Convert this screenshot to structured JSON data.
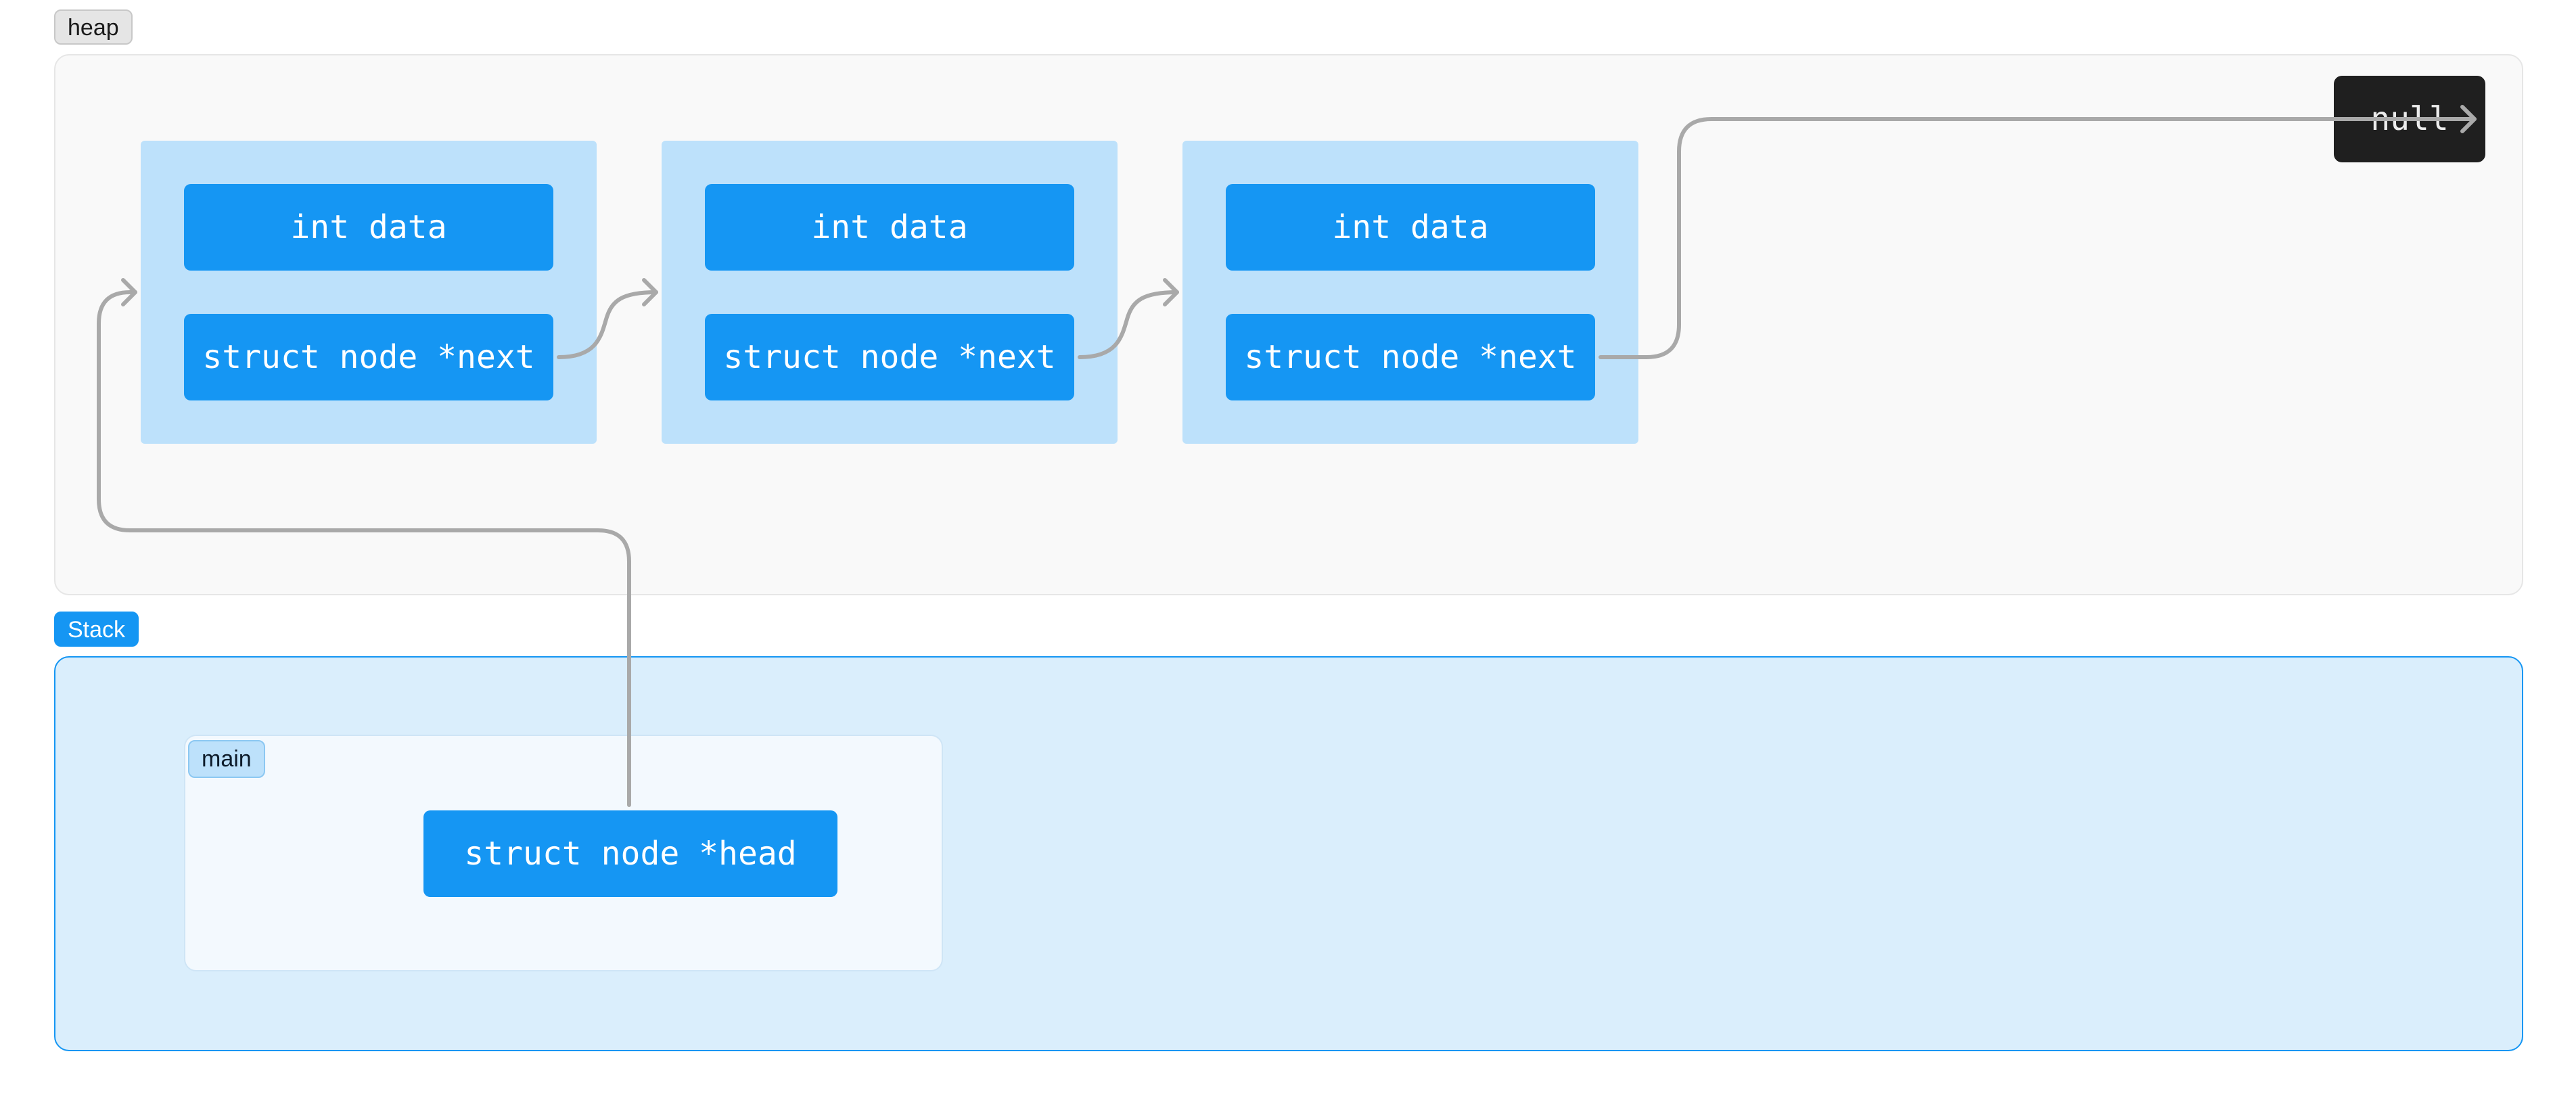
{
  "heap": {
    "label": "heap"
  },
  "stack": {
    "label": "Stack"
  },
  "main_frame": {
    "label": "main"
  },
  "nodes": [
    {
      "data_label": "int data",
      "next_label": "struct node *next"
    },
    {
      "data_label": "int data",
      "next_label": "struct node *next"
    },
    {
      "data_label": "int data",
      "next_label": "struct node *next"
    }
  ],
  "null_label": "null",
  "head_label": "struct node *head",
  "colors": {
    "field": "#1596f3",
    "node_bg": "#bde1fb",
    "stack_bg": "#daeefc",
    "heap_bg": "#f9f9f9",
    "arrow": "#a9a9a9",
    "null_bg": "#1f1f1f"
  }
}
